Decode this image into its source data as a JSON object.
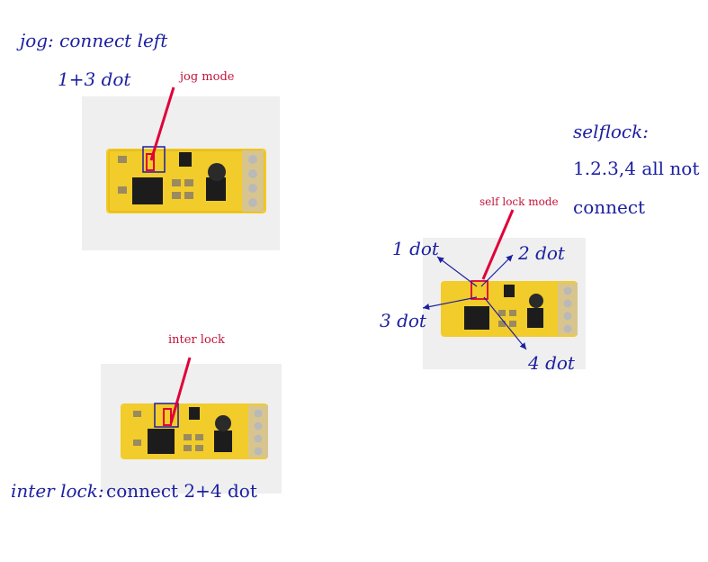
{
  "labels": {
    "jog_connect": "jog: connect left",
    "jog_dots": "1+3 dot",
    "jog_mode": "jog mode",
    "selflock_title": "selflock:",
    "selflock_line2": "1.2.3,4 all not",
    "selflock_line3": "connect",
    "selflock_mode": "self lock  mode",
    "dot1": "1 dot",
    "dot2": "2 dot",
    "dot3": "3 dot",
    "dot4": "4 dot",
    "inter_lock_tag": "inter lock",
    "inter_lock_prefix": "inter lock:",
    "inter_lock_connect": "connect 2+4 dot"
  },
  "colors": {
    "label_blue": "#1c1fa0",
    "label_red": "#c3143a",
    "pcb_yellow": "#f2cc2a",
    "chip_black": "#1c1c1c",
    "photo_bg": "#efefef"
  },
  "icons": [
    "pcb-board-image",
    "arrow-line"
  ]
}
